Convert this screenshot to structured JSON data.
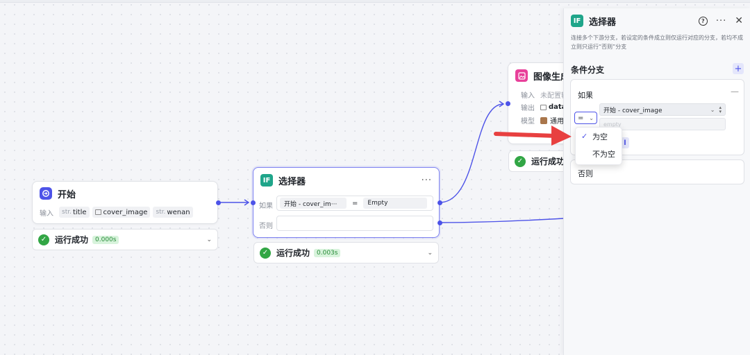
{
  "start_node": {
    "title": "开始",
    "input_label": "输入",
    "inputs": [
      {
        "prefix": "str.",
        "name": "title"
      },
      {
        "prefix": "img",
        "name": "cover_image"
      },
      {
        "prefix": "str.",
        "name": "wenan"
      }
    ],
    "status": "运行成功",
    "time": "0.000s"
  },
  "selector_node": {
    "title": "选择器",
    "if_label": "如果",
    "else_label": "否则",
    "cond_var": "开始 - cover_im···",
    "cond_op": "=",
    "cond_value": "Empty",
    "status": "运行成功",
    "time": "0.003s"
  },
  "image_node": {
    "title": "图像生成",
    "rows": [
      {
        "label": "输入",
        "value": "未配置输"
      },
      {
        "label": "输出",
        "value": "data"
      },
      {
        "label": "模型",
        "value": "通用"
      }
    ],
    "status": "运行成功"
  },
  "panel": {
    "title": "选择器",
    "description": "连接多个下游分支，若设定的条件成立则仅运行对应的分支，若均不成立则只运行“否则”分支",
    "section_title": "条件分支",
    "if_label": "如果",
    "else_label": "否则",
    "op_value": "=",
    "var_value": "开始 - cover_image",
    "value_placeholder": "empty",
    "dropdown_options": [
      {
        "label": "为空",
        "selected": true
      },
      {
        "label": "不为空",
        "selected": false
      }
    ]
  },
  "colors": {
    "accent": "#4d53e8",
    "success": "#32a645",
    "arrow": "#e84040"
  }
}
